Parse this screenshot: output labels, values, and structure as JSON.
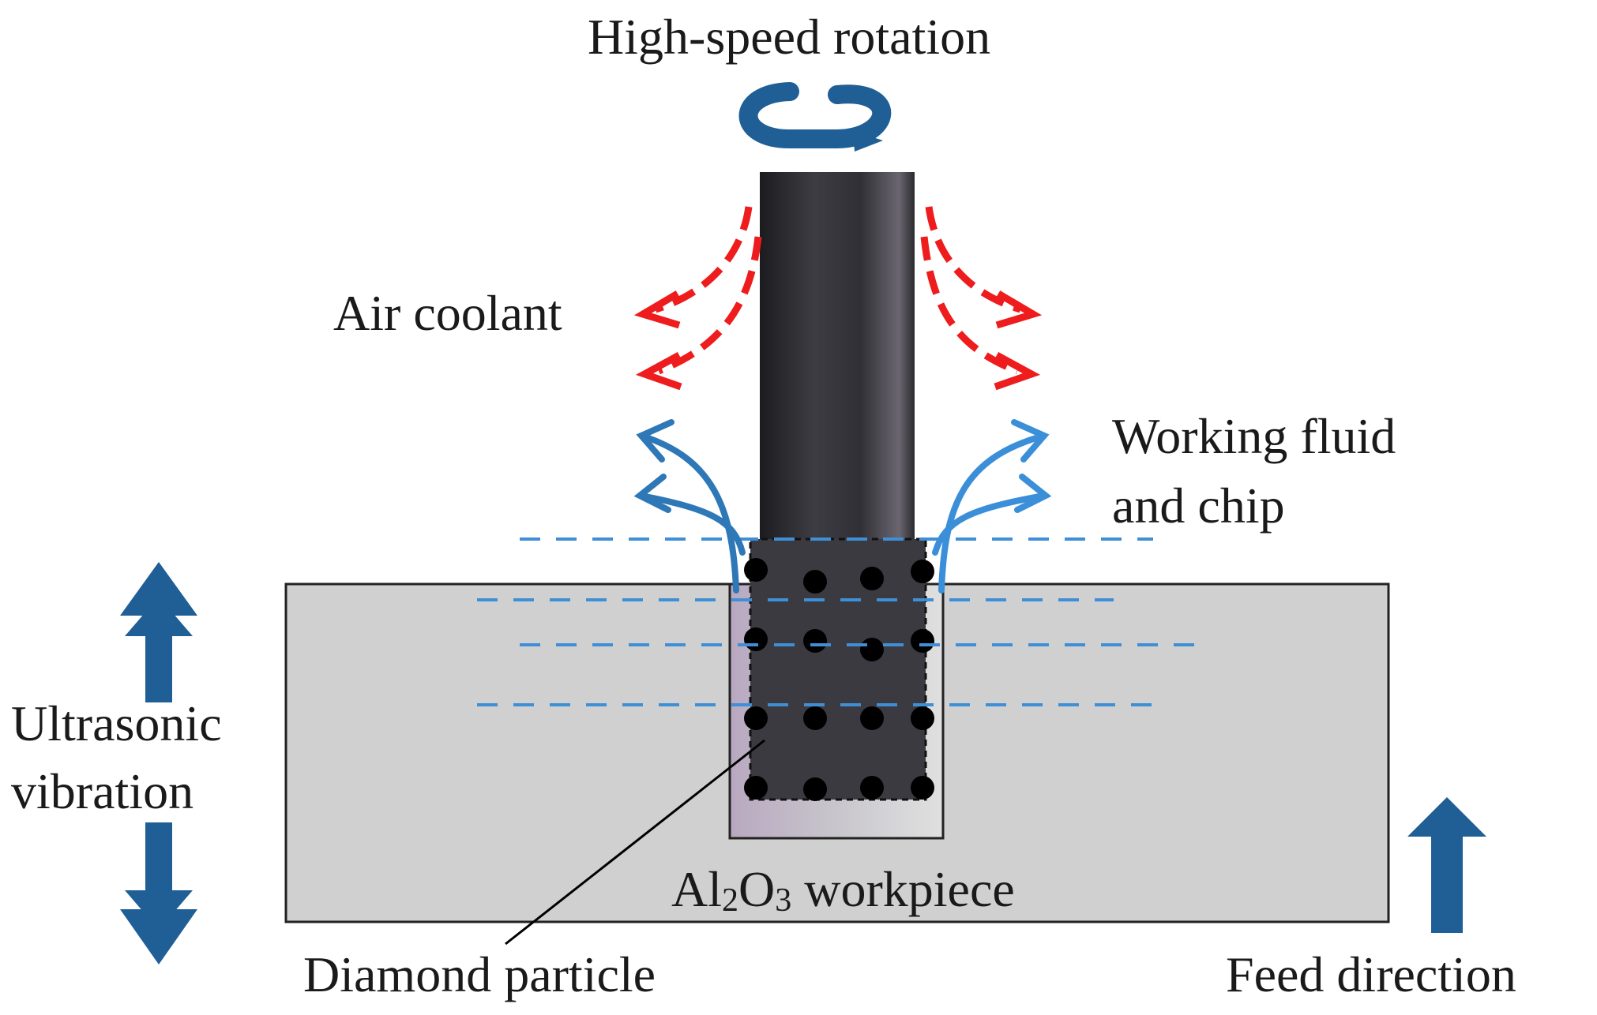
{
  "labels": {
    "rotation": "High-speed rotation",
    "air_coolant": "Air coolant",
    "working_fluid_line1": "Working fluid",
    "working_fluid_line2": "and chip",
    "ultrasonic_line1": "Ultrasonic",
    "ultrasonic_line2": "vibration",
    "workpiece_prefix": "Al",
    "workpiece_sub1": "2",
    "workpiece_mid": "O",
    "workpiece_sub2": "3",
    "workpiece_suffix": " workpiece",
    "diamond_particle": "Diamond particle",
    "feed_direction": "Feed direction"
  },
  "colors": {
    "workpiece_fill": "#d0d0d0",
    "tool_dark": "#2e2e32",
    "air_coolant": "#ee1c1c",
    "working_fluid": "#2e78b7",
    "arrow_blue": "#1f5f96",
    "dash_line": "#3f8fd6",
    "particle": "#000000"
  }
}
